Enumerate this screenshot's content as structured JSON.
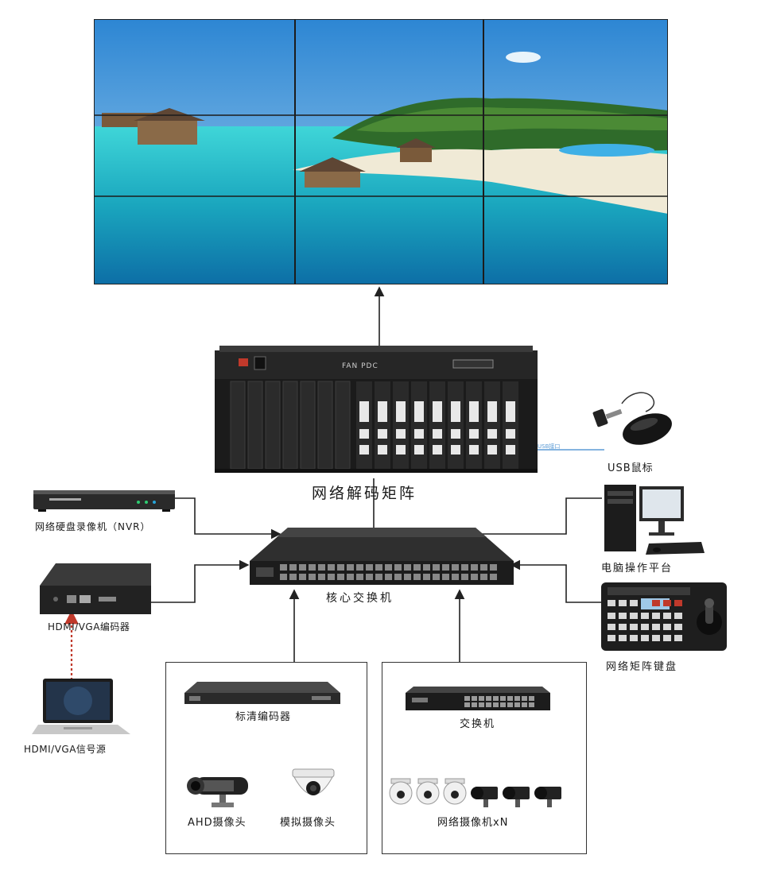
{
  "labels": {
    "decoder_matrix": "网络解码矩阵",
    "usb_mouse": "USB鼠标",
    "nvr": "网络硬盘录像机（NVR）",
    "core_switch": "核心交换机",
    "pc_platform": "电脑操作平台",
    "hdmi_encoder": "HDMI/VGA编码器",
    "matrix_keyboard": "网络矩阵键盘",
    "hdmi_source": "HDMI/VGA信号源",
    "sd_encoder": "标清编码器",
    "switch": "交换机",
    "ahd_camera": "AHD摄像头",
    "analog_camera": "模拟摄像头",
    "ip_cameras": "网络摄像机xN"
  },
  "device_marks": {
    "decoder_brand": "FAN PDC",
    "usb_link": "USB接口"
  },
  "colors": {
    "line": "#222222",
    "usb_link": "#5b9bd5",
    "hdmi_link": "#c0392b",
    "sea": "#1ec0c8",
    "sky": "#5fa9e0"
  }
}
